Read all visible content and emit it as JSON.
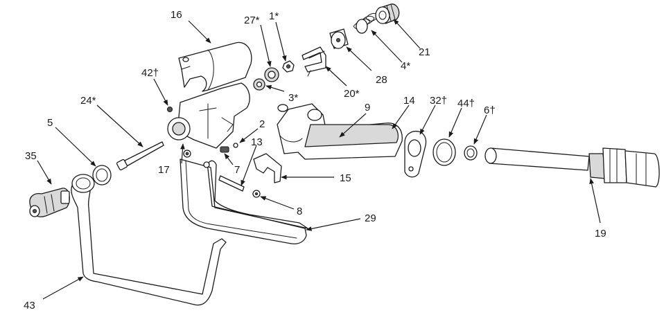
{
  "callouts": {
    "c1": "1*",
    "c2": "2",
    "c3": "3*",
    "c4": "4*",
    "c5": "5",
    "c6": "6†",
    "c7": "7",
    "c8": "8",
    "c9": "9",
    "c13": "13",
    "c14": "14",
    "c15": "15",
    "c16": "16",
    "c17": "17",
    "c19": "19",
    "c20": "20*",
    "c21": "21",
    "c24": "24*",
    "c27": "27*",
    "c28": "28",
    "c29": "29",
    "c32": "32†",
    "c35": "35",
    "c42": "42†",
    "c43": "43",
    "c44": "44†"
  }
}
